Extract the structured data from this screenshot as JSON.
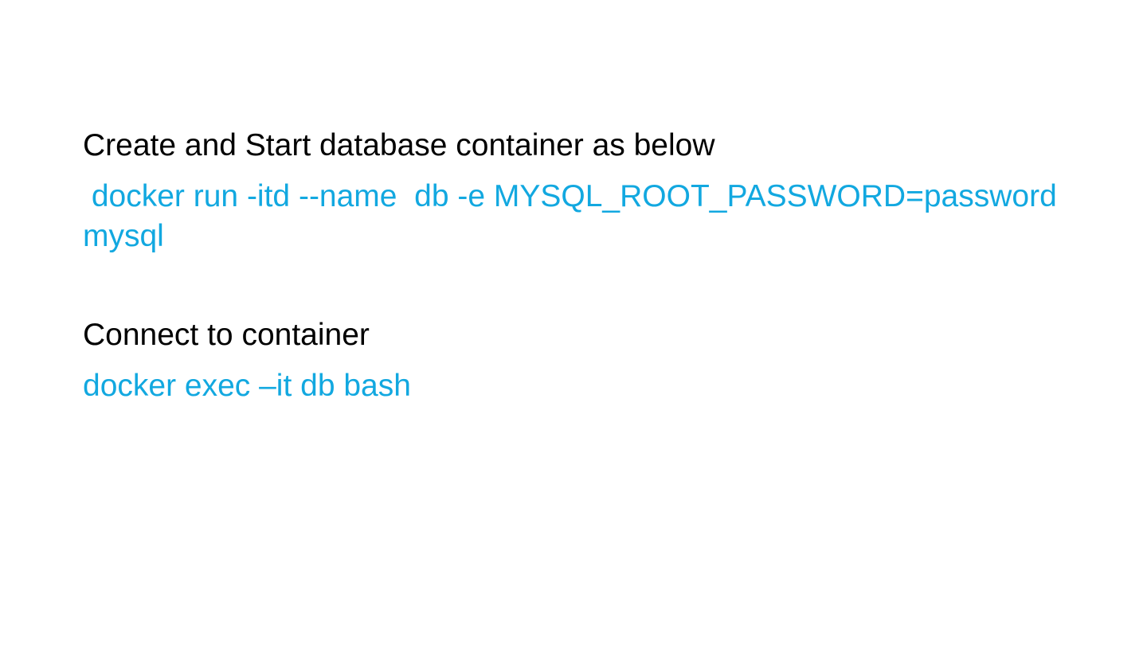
{
  "colors": {
    "heading": "#000000",
    "command": "#12a8e0",
    "background": "#ffffff"
  },
  "sections": [
    {
      "heading": "Create and Start database container as below",
      "command_line1": " docker run -itd --name  db -e MYSQL_ROOT_PASSWORD=password",
      "command_line2": "mysql"
    },
    {
      "heading": "Connect to container",
      "command_line1": "docker exec –it db bash"
    }
  ]
}
